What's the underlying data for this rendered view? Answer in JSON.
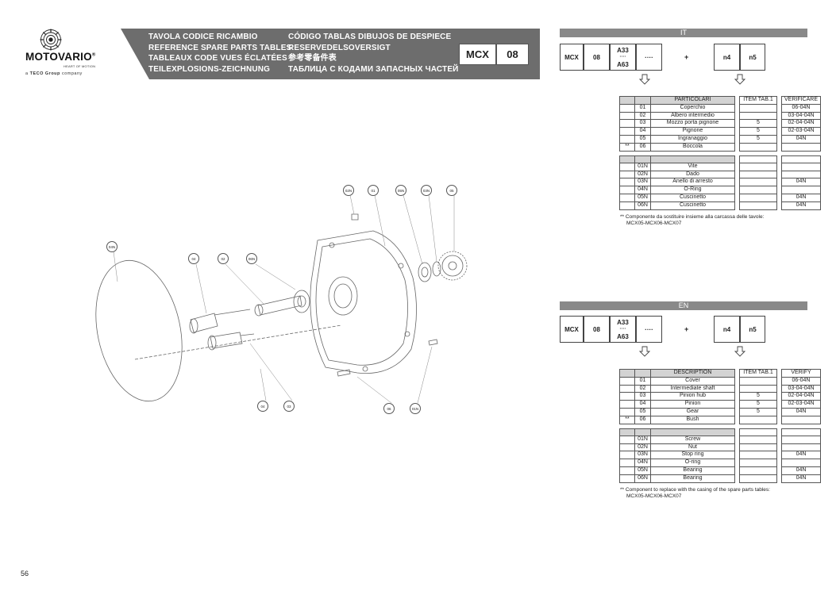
{
  "logo": {
    "brand": "MOTOVARIO",
    "registered": "®",
    "tagline": "HEART OF MOTION",
    "group_prefix": "a",
    "group_name": "TECO Group",
    "group_suffix": "company"
  },
  "header": {
    "titles_left": [
      "TAVOLA CODICE RICAMBIO",
      "REFERENCE SPARE PARTS TABLES",
      "TABLEAUX CODE VUES ÉCLATÉES",
      "TEILEXPLOSIONS-ZEICHNUNG"
    ],
    "titles_right": [
      "CÓDIGO TABLAS DIBUJOS DE DESPIECE",
      "RESERVEDELSOVERSIGT",
      "参考零备件表",
      "ТАБЛИЦА С КОДАМИ ЗАПАСНЫХ ЧАСТЕЙ"
    ],
    "code_model": "MCX",
    "code_table": "08"
  },
  "colors": {
    "banner": "#6d6d6d",
    "section_bar": "#898989",
    "table_head": "#d3d3d3"
  },
  "drawing_callouts": [
    "02N",
    "01",
    "05N",
    "03N",
    "05",
    "04N",
    "04",
    "02",
    "06N",
    "04",
    "03",
    "06",
    "01N"
  ],
  "sections": [
    {
      "lang": "IT",
      "code": {
        "model": "MCX",
        "table": "08",
        "size_top": "A33",
        "size_dots": "····",
        "size_bottom": "A63",
        "dots": "····",
        "plus": "+",
        "n4": "n4",
        "n5": "n5"
      },
      "headers": {
        "description": "PARTICOLARI",
        "item": "ITEM TAB.1",
        "verify": "VERIFICARE"
      },
      "rows_main": [
        {
          "star": "",
          "code": "01",
          "desc": "Coperchio",
          "item": "",
          "verify": "06-04N"
        },
        {
          "star": "",
          "code": "02",
          "desc": "Albero intermedio",
          "item": "",
          "verify": "03-04-04N"
        },
        {
          "star": "",
          "code": "03",
          "desc": "Mozzo porta pignone",
          "item": "5",
          "verify": "02-04-04N"
        },
        {
          "star": "",
          "code": "04",
          "desc": "Pignone",
          "item": "5",
          "verify": "02-03-04N"
        },
        {
          "star": "",
          "code": "05",
          "desc": "Ingranaggio",
          "item": "5",
          "verify": "04N"
        },
        {
          "star": "**",
          "code": "06",
          "desc": "Boccola",
          "item": "",
          "verify": ""
        }
      ],
      "rows_std": [
        {
          "code": "01N",
          "desc": "Vite",
          "item": "",
          "verify": ""
        },
        {
          "code": "02N",
          "desc": "Dado",
          "item": "",
          "verify": ""
        },
        {
          "code": "03N",
          "desc": "Anello di arresto",
          "item": "",
          "verify": "04N"
        },
        {
          "code": "04N",
          "desc": "O-Ring",
          "item": "",
          "verify": ""
        },
        {
          "code": "05N",
          "desc": "Cuscinetto",
          "item": "",
          "verify": "04N"
        },
        {
          "code": "06N",
          "desc": "Cuscinetto",
          "item": "",
          "verify": "04N"
        }
      ],
      "note_line1": "** Componente da sostituire insieme alla carcassa delle tavole:",
      "note_line2": "MCX05-MCX06-MCX07"
    },
    {
      "lang": "EN",
      "code": {
        "model": "MCX",
        "table": "08",
        "size_top": "A33",
        "size_dots": "····",
        "size_bottom": "A63",
        "dots": "····",
        "plus": "+",
        "n4": "n4",
        "n5": "n5"
      },
      "headers": {
        "description": "DESCRIPTION",
        "item": "ITEM TAB.1",
        "verify": "VERIFY"
      },
      "rows_main": [
        {
          "star": "",
          "code": "01",
          "desc": "Cover",
          "item": "",
          "verify": "06-04N"
        },
        {
          "star": "",
          "code": "02",
          "desc": "Intermediate shaft",
          "item": "",
          "verify": "03-04-04N"
        },
        {
          "star": "",
          "code": "03",
          "desc": "Pinion hub",
          "item": "5",
          "verify": "02-04-04N"
        },
        {
          "star": "",
          "code": "04",
          "desc": "Pinion",
          "item": "5",
          "verify": "02-03-04N"
        },
        {
          "star": "",
          "code": "05",
          "desc": "Gear",
          "item": "5",
          "verify": "04N"
        },
        {
          "star": "**",
          "code": "06",
          "desc": "Bush",
          "item": "",
          "verify": ""
        }
      ],
      "rows_std": [
        {
          "code": "01N",
          "desc": "Screw",
          "item": "",
          "verify": ""
        },
        {
          "code": "02N",
          "desc": "Nut",
          "item": "",
          "verify": ""
        },
        {
          "code": "03N",
          "desc": "Stop ring",
          "item": "",
          "verify": "04N"
        },
        {
          "code": "04N",
          "desc": "O-ring",
          "item": "",
          "verify": ""
        },
        {
          "code": "05N",
          "desc": "Bearing",
          "item": "",
          "verify": "04N"
        },
        {
          "code": "06N",
          "desc": "Bearing",
          "item": "",
          "verify": "04N"
        }
      ],
      "note_line1": "** Component to replace with the casing of the spare parts tables:",
      "note_line2": "MCX05-MCX06-MCX07"
    }
  ],
  "page_number": "56"
}
